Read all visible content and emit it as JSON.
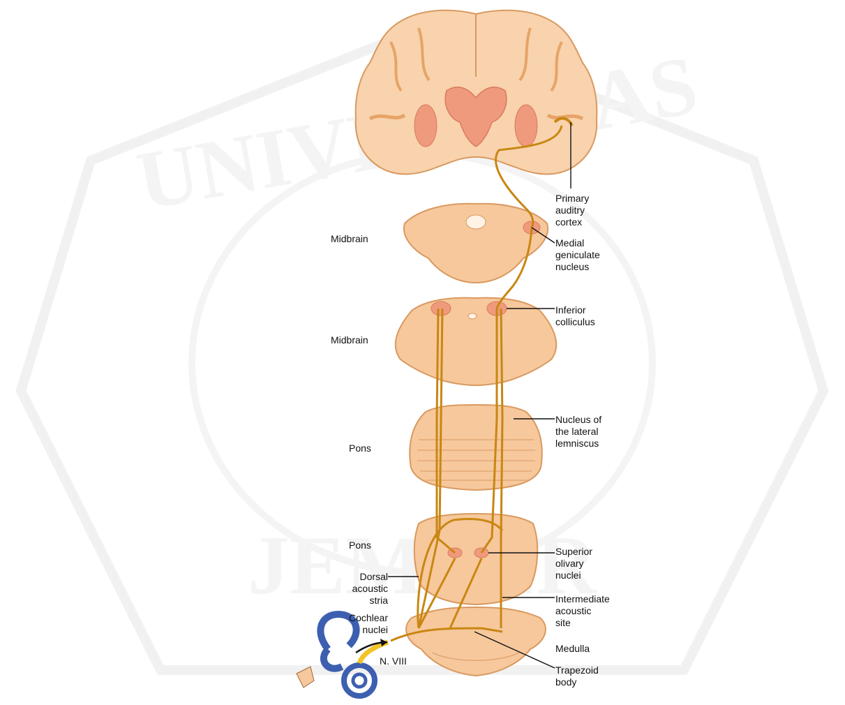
{
  "watermark": {
    "text": "UNIVERSITAS JEMBER",
    "line1": "UNIVERSITAS",
    "line2": "JEMBER"
  },
  "labels": {
    "primary_auditory_cortex": [
      "Primary",
      "auditry",
      "cortex"
    ],
    "medial_geniculate_nucleus": [
      "Medial",
      "geniculate",
      "nucleus"
    ],
    "inferior_colliculus": [
      "Inferior",
      "colliculus"
    ],
    "nucleus_lateral_lemniscus": [
      "Nucleus of",
      "the lateral",
      "lemniscus"
    ],
    "superior_olivary_nuclei": [
      "Superior",
      "olivary",
      "nuclei"
    ],
    "intermediate_acoustic_site": [
      "Intermediate",
      "acoustic",
      "site"
    ],
    "medulla": "Medulla",
    "trapezoid_body": [
      "Trapezoid",
      "body"
    ],
    "midbrain_upper": "Midbrain",
    "midbrain_lower": "Midbrain",
    "pons_upper": "Pons",
    "pons_lower": "Pons",
    "dorsal_acoustic_stria": [
      "Dorsal",
      "acoustic",
      "stria"
    ],
    "cochlear_nuclei": [
      "Cochlear",
      "nuclei"
    ],
    "n_viii": "N. VIII"
  },
  "colors": {
    "tissue": "#f6c89c",
    "tissue_edge": "#d9995f",
    "tissue_dark": "#eab07a",
    "nucleus": "#ef9a7c",
    "pathway": "#c98612",
    "ear": "#3d5fb0",
    "watermark": "#e3e3e3"
  }
}
